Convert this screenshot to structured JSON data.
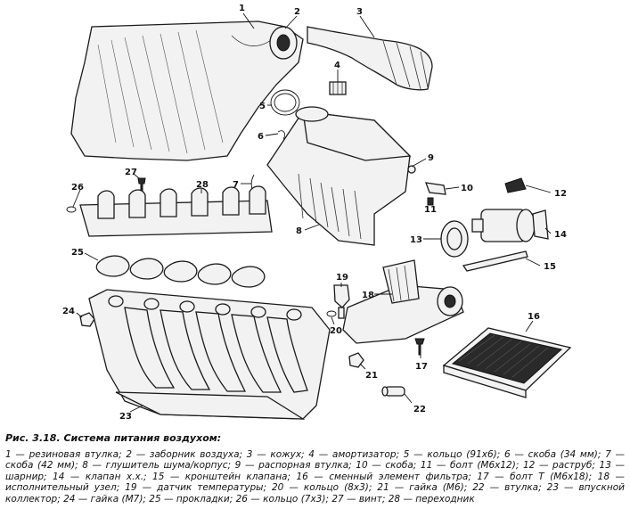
{
  "figure": {
    "title": "Рис. 3.18. Система питания воздухом:",
    "legend_text": "1 — резиновая втулка; 2 — заборник воздуха; 3 — кожух; 4 — амортизатор; 5 — кольцо (91х6); 6 — скоба (34 мм); 7 — скоба (42 мм); 8 — глушитель шума/корпус; 9 — распорная втулка; 10 — скоба; 11 — болт (М6х12); 12 — раструб; 13 — шарнир; 14 — клапан х.х.; 15 — кронштейн клапана; 16 — сменный элемент фильтра; 17 — болт Т (М6х18); 18 — исполнительный узел; 19 — датчик температуры; 20 — кольцо (8х3); 21 — гайка (М6); 22 — втулка; 23 — впускной коллектор; 24 — гайка (М7); 25 — прокладки; 26 — кольцо (7х3); 27 — винт; 28 — переходник"
  },
  "callouts": {
    "c1": "1",
    "c2": "2",
    "c3": "3",
    "c4": "4",
    "c5": "5",
    "c6": "6",
    "c7": "7",
    "c8": "8",
    "c9": "9",
    "c10": "10",
    "c11": "11",
    "c12": "12",
    "c13": "13",
    "c14": "14",
    "c15": "15",
    "c16": "16",
    "c17": "17",
    "c18": "18",
    "c19": "19",
    "c20": "20",
    "c21": "21",
    "c22": "22",
    "c23": "23",
    "c24": "24",
    "c25": "25",
    "c26": "26",
    "c27": "27",
    "c28": "28"
  }
}
